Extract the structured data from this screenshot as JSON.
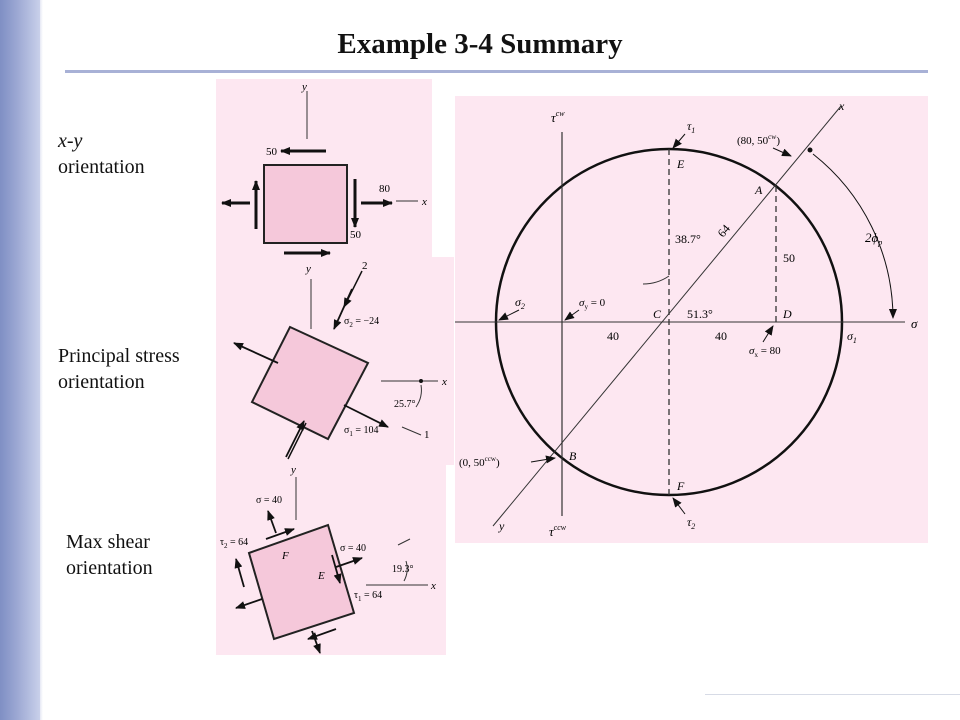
{
  "slide": {
    "title": "Example 3-4 Summary"
  },
  "labels": {
    "xy": {
      "line1": "x-y",
      "line2": "orientation"
    },
    "principal": {
      "line1": "Principal stress",
      "line2": "orientation"
    },
    "shear": {
      "line1": "Max shear",
      "line2": "orientation"
    }
  },
  "xy_element": {
    "axis_y": "y",
    "axis_x": "x",
    "shear_top": "50",
    "shear_side": "50",
    "normal": "80"
  },
  "principal_element": {
    "axis_y": "y",
    "axis_x": "x",
    "axis_2": "2",
    "axis_1": "1",
    "sigma2_label": "σ",
    "sigma2_sub": "2",
    "sigma2_value": " = −24",
    "sigma1_label": "σ",
    "sigma1_sub": "1",
    "sigma1_value": " = 104",
    "angle": "25.7°"
  },
  "shear_element": {
    "axis_y": "y",
    "axis_x": "x",
    "sigma_top": "σ = 40",
    "sigma_right": "σ = 40",
    "tau2_label": "τ",
    "tau2_sub": "2",
    "tau2_value": " = 64",
    "tau1_label": "τ",
    "tau1_sub": "1",
    "tau1_value": " = 64",
    "face_f": "F",
    "face_e": "E",
    "angle": "19.3°"
  },
  "mohr": {
    "tau_cw": "τ",
    "tau_cw_sup": "cw",
    "tau_ccw": "τ",
    "tau_ccw_sup": "ccw",
    "sigma_axis": "σ",
    "axis_x": "x",
    "axis_y": "y",
    "tau1": "τ",
    "tau1_sub": "1",
    "tau2": "τ",
    "tau2_sub": "2",
    "point_a_coords": "(80, 50",
    "point_a_sup": "cw",
    "point_a_close": ")",
    "point_b_coords": "(0, 50",
    "point_b_sup": "ccw",
    "point_b_close": ")",
    "point_a": "A",
    "point_b": "B",
    "point_c": "C",
    "point_d": "D",
    "point_e": "E",
    "point_f": "F",
    "sigma1": "σ",
    "sigma1_sub": "1",
    "sigma2": "σ",
    "sigma2_sub": "2",
    "sigma_y_label": "σ",
    "sigma_y_sub": "y",
    "sigma_y_value": " = 0",
    "sigma_x_label": "σ",
    "sigma_x_sub": "x",
    "sigma_x_value": " = 80",
    "radius": "64",
    "angle_top": "38.7°",
    "angle_bottom": "51.3°",
    "dim_left": "40",
    "dim_right": "40",
    "dim_vertical": "50",
    "two_phi": "2ϕ",
    "two_phi_sub": "p"
  }
}
